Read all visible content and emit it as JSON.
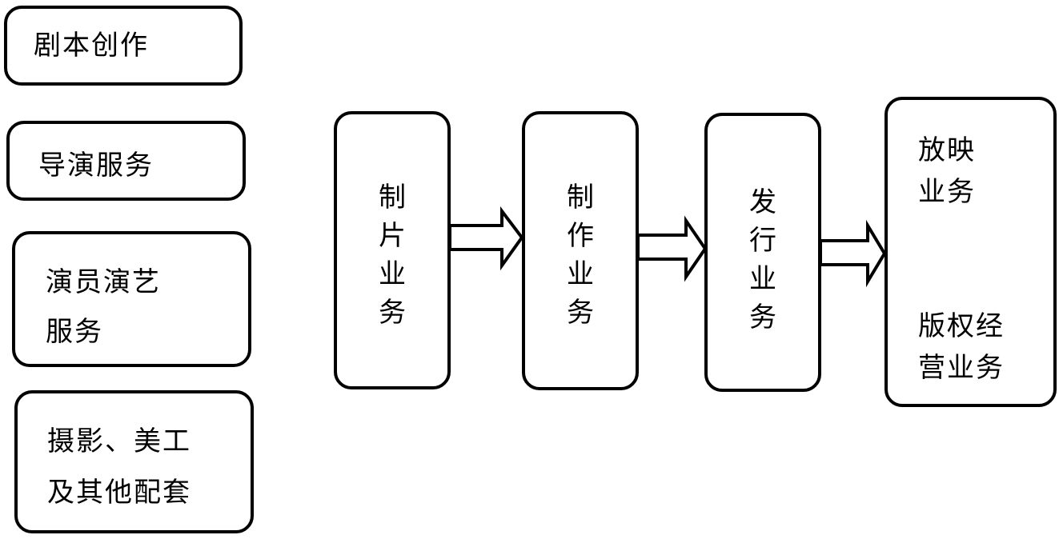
{
  "support_services": [
    {
      "lines": [
        "剧本创作"
      ]
    },
    {
      "lines": [
        "导演服务"
      ]
    },
    {
      "lines": [
        "演员演艺",
        "服务"
      ]
    },
    {
      "lines": [
        "摄影、美工",
        "及其他配套"
      ]
    }
  ],
  "flow": [
    {
      "chars": [
        "制",
        "片",
        "业",
        "务"
      ]
    },
    {
      "chars": [
        "制",
        "作",
        "业",
        "务"
      ]
    },
    {
      "chars": [
        "发",
        "行",
        "业",
        "务"
      ]
    }
  ],
  "final": {
    "top_lines": [
      "放映",
      "业务"
    ],
    "bottom_lines": [
      "版权经",
      "营业务"
    ]
  },
  "arrow_count": 3
}
